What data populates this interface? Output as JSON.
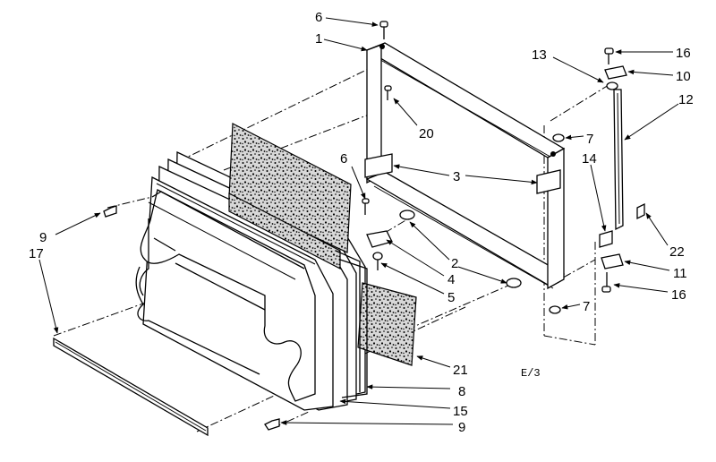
{
  "diagram": {
    "part_labels": {
      "p1": "1",
      "p2": "2",
      "p3": "3",
      "p4": "4",
      "p5": "5",
      "p6a": "6",
      "p6b": "6",
      "p7a": "7",
      "p7b": "7",
      "p8": "8",
      "p9a": "9",
      "p9b": "9",
      "p10": "10",
      "p11": "11",
      "p12": "12",
      "p13": "13",
      "p14": "14",
      "p15": "15",
      "p16a": "16",
      "p16b": "16",
      "p17": "17",
      "p20": "20",
      "p21": "21",
      "p22": "22"
    },
    "page_code": "E/3"
  }
}
